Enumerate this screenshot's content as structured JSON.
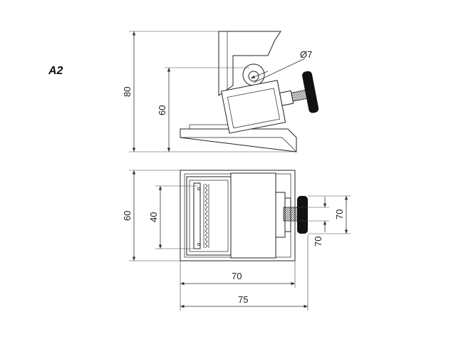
{
  "drawing": {
    "figure_tag": "A2",
    "side_view": {
      "height_overall": "80",
      "height_pivot": "60",
      "pivot_diameter": "Ø7"
    },
    "top_view": {
      "depth_overall": "60",
      "jaw_width": "40",
      "base_width": "70",
      "overall_length": "75",
      "knob_dim_a": "70",
      "knob_dim_b": "70"
    }
  }
}
